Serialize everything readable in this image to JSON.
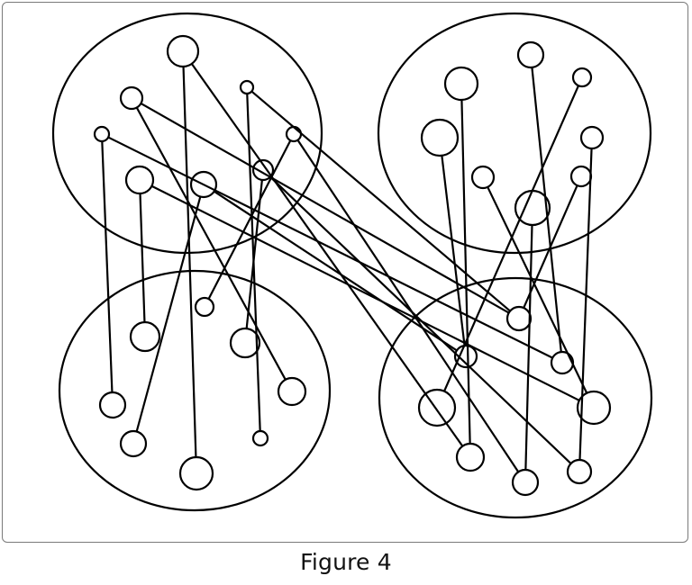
{
  "caption": "Figure 4",
  "colors": {
    "stroke": "#000000",
    "frame": "#7a7a7a",
    "background": "#ffffff"
  },
  "clusters": [
    {
      "id": "top-left"
    },
    {
      "id": "top-right"
    },
    {
      "id": "bottom-left"
    },
    {
      "id": "bottom-right"
    }
  ],
  "nodes": [
    {
      "id": "tl1",
      "cluster": "top-left"
    },
    {
      "id": "tl2",
      "cluster": "top-left"
    },
    {
      "id": "tl3",
      "cluster": "top-left"
    },
    {
      "id": "tl4",
      "cluster": "top-left"
    },
    {
      "id": "tl5",
      "cluster": "top-left"
    },
    {
      "id": "tl6",
      "cluster": "top-left"
    },
    {
      "id": "tl7",
      "cluster": "top-left"
    },
    {
      "id": "tl8",
      "cluster": "top-left"
    },
    {
      "id": "tr1",
      "cluster": "top-right"
    },
    {
      "id": "tr2",
      "cluster": "top-right"
    },
    {
      "id": "tr3",
      "cluster": "top-right"
    },
    {
      "id": "tr4",
      "cluster": "top-right"
    },
    {
      "id": "tr5",
      "cluster": "top-right"
    },
    {
      "id": "tr6",
      "cluster": "top-right"
    },
    {
      "id": "tr7",
      "cluster": "top-right"
    },
    {
      "id": "tr8",
      "cluster": "top-right"
    },
    {
      "id": "bl1",
      "cluster": "bottom-left"
    },
    {
      "id": "bl2",
      "cluster": "bottom-left"
    },
    {
      "id": "bl3",
      "cluster": "bottom-left"
    },
    {
      "id": "bl4",
      "cluster": "bottom-left"
    },
    {
      "id": "bl5",
      "cluster": "bottom-left"
    },
    {
      "id": "bl6",
      "cluster": "bottom-left"
    },
    {
      "id": "bl7",
      "cluster": "bottom-left"
    },
    {
      "id": "bl8",
      "cluster": "bottom-left"
    },
    {
      "id": "br1",
      "cluster": "bottom-right"
    },
    {
      "id": "br2",
      "cluster": "bottom-right"
    },
    {
      "id": "br3",
      "cluster": "bottom-right"
    },
    {
      "id": "br4",
      "cluster": "bottom-right"
    },
    {
      "id": "br5",
      "cluster": "bottom-right"
    },
    {
      "id": "br6",
      "cluster": "bottom-right"
    },
    {
      "id": "br7",
      "cluster": "bottom-right"
    },
    {
      "id": "br8",
      "cluster": "bottom-right"
    }
  ],
  "edges": [
    [
      "tl3",
      "bl4"
    ],
    [
      "tl4",
      "bl2"
    ],
    [
      "tl5",
      "bl6"
    ],
    [
      "tl1",
      "bl8"
    ],
    [
      "tl6",
      "bl1"
    ],
    [
      "tl7",
      "bl3"
    ],
    [
      "tl2",
      "bl5"
    ],
    [
      "tl8",
      "bl7"
    ],
    [
      "tl1",
      "br6"
    ],
    [
      "tl2",
      "br1"
    ],
    [
      "tl3",
      "br3"
    ],
    [
      "tl8",
      "br1"
    ],
    [
      "tl6",
      "br7"
    ],
    [
      "tl7",
      "br8"
    ],
    [
      "tl5",
      "br2"
    ],
    [
      "tl4",
      "br5"
    ],
    [
      "tr2",
      "br6"
    ],
    [
      "tr4",
      "br2"
    ],
    [
      "tr1",
      "br3"
    ],
    [
      "tr3",
      "br4"
    ],
    [
      "tr6",
      "br5"
    ],
    [
      "tr7",
      "br1"
    ],
    [
      "tr5",
      "br8"
    ],
    [
      "tr8",
      "br7"
    ]
  ]
}
